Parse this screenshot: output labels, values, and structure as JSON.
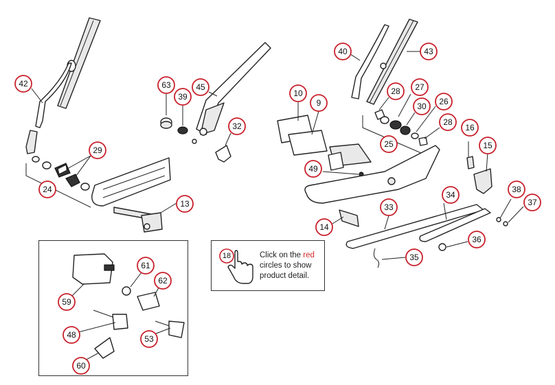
{
  "hint": {
    "icon_number": "18",
    "text_before": "Click on the ",
    "text_red": "red",
    "text_after": " circles to show product detail.",
    "accent_color": "#d42a2a"
  },
  "callouts": [
    "42",
    "29",
    "24",
    "63",
    "39",
    "45",
    "32",
    "13",
    "40",
    "43",
    "10",
    "9",
    "28",
    "27",
    "30",
    "26",
    "28",
    "25",
    "16",
    "15",
    "49",
    "34",
    "33",
    "14",
    "38",
    "37",
    "36",
    "35",
    "61",
    "62",
    "59",
    "48",
    "53",
    "60"
  ],
  "colors": {
    "circle_stroke": "#c8202a",
    "line": "#222222"
  },
  "icons": {
    "hand": "pointing-hand-icon"
  }
}
